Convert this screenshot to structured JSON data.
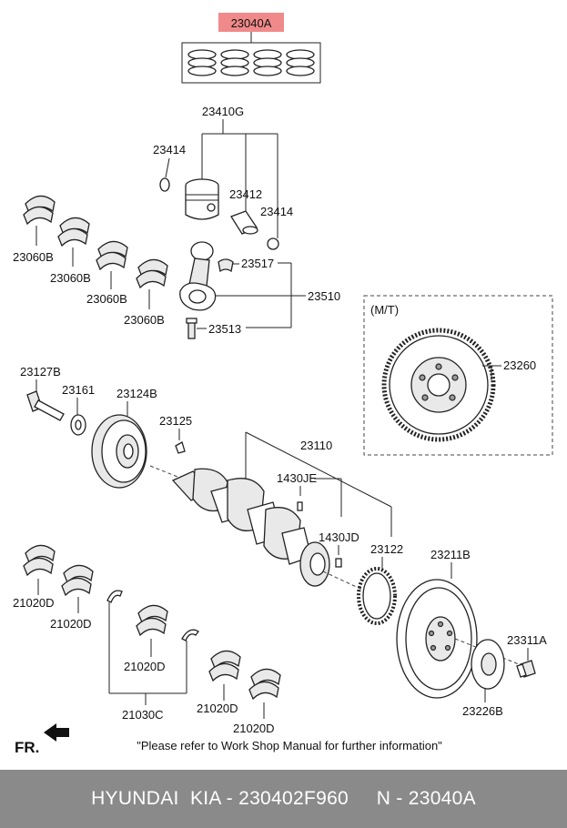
{
  "labels": {
    "rings_highlight": "23040A",
    "piston_assy": "23410G",
    "snap_ring_left": "23414",
    "pin": "23412",
    "snap_ring_right": "23414",
    "bearing_a": "23060B",
    "bearing_b": "23060B",
    "bearing_c": "23060B",
    "bearing_d": "23060B",
    "rod_bearing_cap": "23517",
    "conrod": "23510",
    "rod_bolt": "23513",
    "mt_group": "(M/T)",
    "flywheel": "23260",
    "crank_bolt": "23127B",
    "washer": "23161",
    "pulley": "23124B",
    "key": "23125",
    "crankshaft": "23110",
    "pin_je": "1430JE",
    "pin_jd": "1430JD",
    "sprocket": "23122",
    "drive_plate": "23211B",
    "plate_bolt": "23311A",
    "adapter_plate": "23226B",
    "main_bearing_a": "21020D",
    "main_bearing_b": "21020D",
    "main_bearing_c": "21020D",
    "main_bearing_d": "21020D",
    "main_bearing_e": "21020D",
    "thrust_washer": "21030C",
    "front": "FR."
  },
  "note": "\"Please refer to Work Shop Manual for further information\"",
  "footer": {
    "text": "HYUNDAI  KIA - 230402F960     N - 23040A"
  },
  "colors": {
    "highlight": "#f08a8a",
    "footer_bg": "#8a8a8a"
  }
}
